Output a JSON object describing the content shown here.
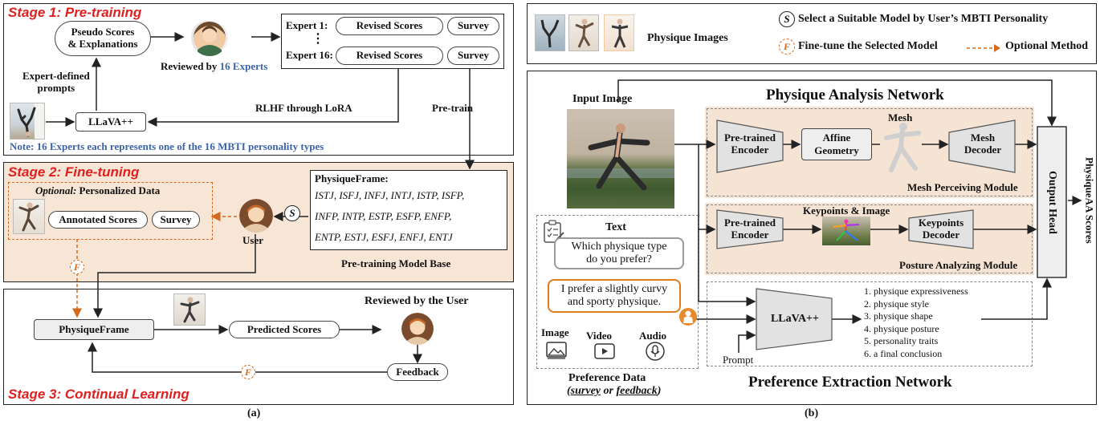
{
  "panel_a": {
    "label": "(a)",
    "stage1": {
      "title": "Stage 1: Pre-training",
      "pseudo_scores": "Pseudo Scores\n& Explanations",
      "reviewed_by_prefix": "Reviewed by ",
      "reviewed_by_highlight": "16 Experts",
      "expert1": "Expert 1:",
      "expert16": "Expert 16:",
      "revised_scores": "Revised Scores",
      "survey": "Survey",
      "dots": "⋮",
      "expert_prompts": "Expert-defined\nprompts",
      "llava": "LLaVA++",
      "rlhf": "RLHF through LoRA",
      "pretrain": "Pre-train",
      "note": "Note: 16 Experts each represents one of the 16 MBTI personality types"
    },
    "stage2": {
      "title": "Stage 2: Fine-tuning",
      "optional_prefix": "Optional:",
      "optional_rest": " Personalized Data",
      "annotated_scores": "Annotated Scores",
      "survey": "Survey",
      "user": "User",
      "s_symbol": "S",
      "f_symbol": "F",
      "physiqueframe_title": "PhysiqueFrame:",
      "mbti_line1": "ISTJ, ISFJ, INFJ, INTJ, ISTP, ISFP,",
      "mbti_line2": "INFP, INTP, ESTP, ESFP, ENFP,",
      "mbti_line3": "ENTP, ESTJ, ESFJ, ENFJ, ENTJ",
      "model_base": "Pre-training Model Base"
    },
    "stage3": {
      "title": "Stage 3: Continual Learning",
      "physiqueframe": "PhysiqueFrame",
      "predicted_scores": "Predicted Scores",
      "reviewed_by_user": "Reviewed by the User",
      "feedback": "Feedback",
      "f_symbol": "F"
    }
  },
  "panel_b": {
    "label": "(b)",
    "legend": {
      "physique_images": "Physique Images",
      "s_symbol": "S",
      "select_model": "Select a Suitable Model by User’s MBTI Personality",
      "f_symbol": "F",
      "fine_tune": "Fine-tune the Selected Model",
      "optional_method": "Optional Method"
    },
    "input_image": "Input Image",
    "network_title": "Physique Analysis Network",
    "pretrained_encoder": "Pre-trained\nEncoder",
    "affine_geometry": "Affine\nGeometry",
    "mesh": "Mesh",
    "mesh_decoder": "Mesh\nDecoder",
    "mesh_module": "Mesh Perceiving Module",
    "keypoints_image": "Keypoints & Image",
    "keypoints_decoder": "Keypoints\nDecoder",
    "posture_module": "Posture Analyzing Module",
    "output_head": "Output Head",
    "scores": "PhysiqueAA Scores",
    "text_title": "Text",
    "question": "Which physique type\ndo you prefer?",
    "answer": "I prefer a slightly curvy\nand sporty physique.",
    "media_image": "Image",
    "media_video": "Video",
    "media_audio": "Audio",
    "pref_data": "Preference Data",
    "pref_sub_open": "(",
    "pref_survey": "survey",
    "pref_or": " or ",
    "pref_feedback": "feedback",
    "pref_sub_close": ")",
    "llava": "LLaVA++",
    "prompt": "Prompt",
    "list": [
      "1. physique expressiveness",
      "2. physique style",
      "3. physique shape",
      "4. physique posture",
      "5. personality traits",
      "6. a final conclusion"
    ],
    "extraction_title": "Preference Extraction Network"
  },
  "colors": {
    "stage_title": "#e02020",
    "note_blue": "#3b63a8",
    "optional_orange": "#d2691e",
    "stage2_bg": "#f7e6d5",
    "module_bg": "#f5e4d4",
    "answer_border": "#e07b1a"
  }
}
